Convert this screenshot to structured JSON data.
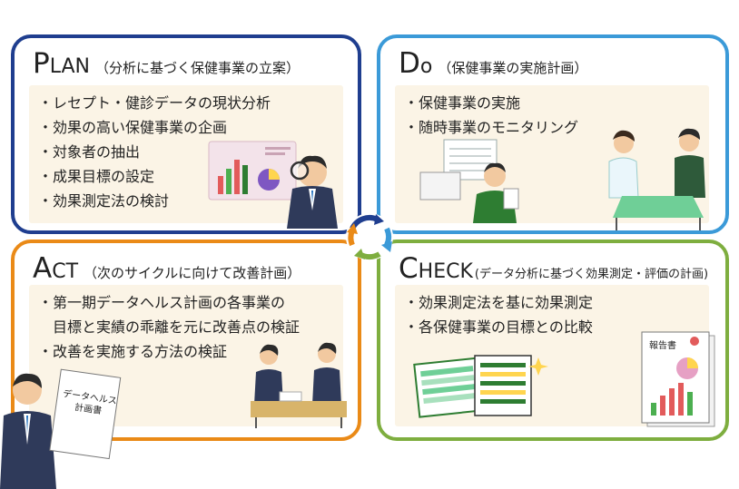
{
  "plan": {
    "letter": "P",
    "rest": "LAN",
    "subtitle": "（分析に基づく保健事業の立案）",
    "items": [
      "・レセプト・健診データの現状分析",
      "・効果の高い保健事業の企画",
      "・対象者の抽出",
      "・成果目標の設定",
      "・効果測定法の検討"
    ]
  },
  "do": {
    "letter": "D",
    "rest": "o",
    "subtitle": "（保健事業の実施計画）",
    "items": [
      "・保健事業の実施",
      "・随時事業のモニタリング"
    ]
  },
  "act": {
    "letter": "A",
    "rest": "CT",
    "subtitle": "（次のサイクルに向けて改善計画）",
    "items": [
      "・第一期データヘルス計画の各事業の",
      "目標と実績の乖離を元に改善点の検証",
      "・改善を実施する方法の検証"
    ],
    "doc_label_1": "データヘルス",
    "doc_label_2": "計画書"
  },
  "check": {
    "letter": "C",
    "rest": "HECK",
    "subtitle": "(データ分析に基づく効果測定・評価の計画)",
    "items": [
      "・効果測定法を基に効果測定",
      "・各保健事業の目標との比較"
    ],
    "report_label": "報告書"
  },
  "colors": {
    "plan": "#1f3e8f",
    "do": "#3b9ad8",
    "act": "#ea8a17",
    "check": "#7eae3f",
    "box": "#fbf4e6"
  }
}
